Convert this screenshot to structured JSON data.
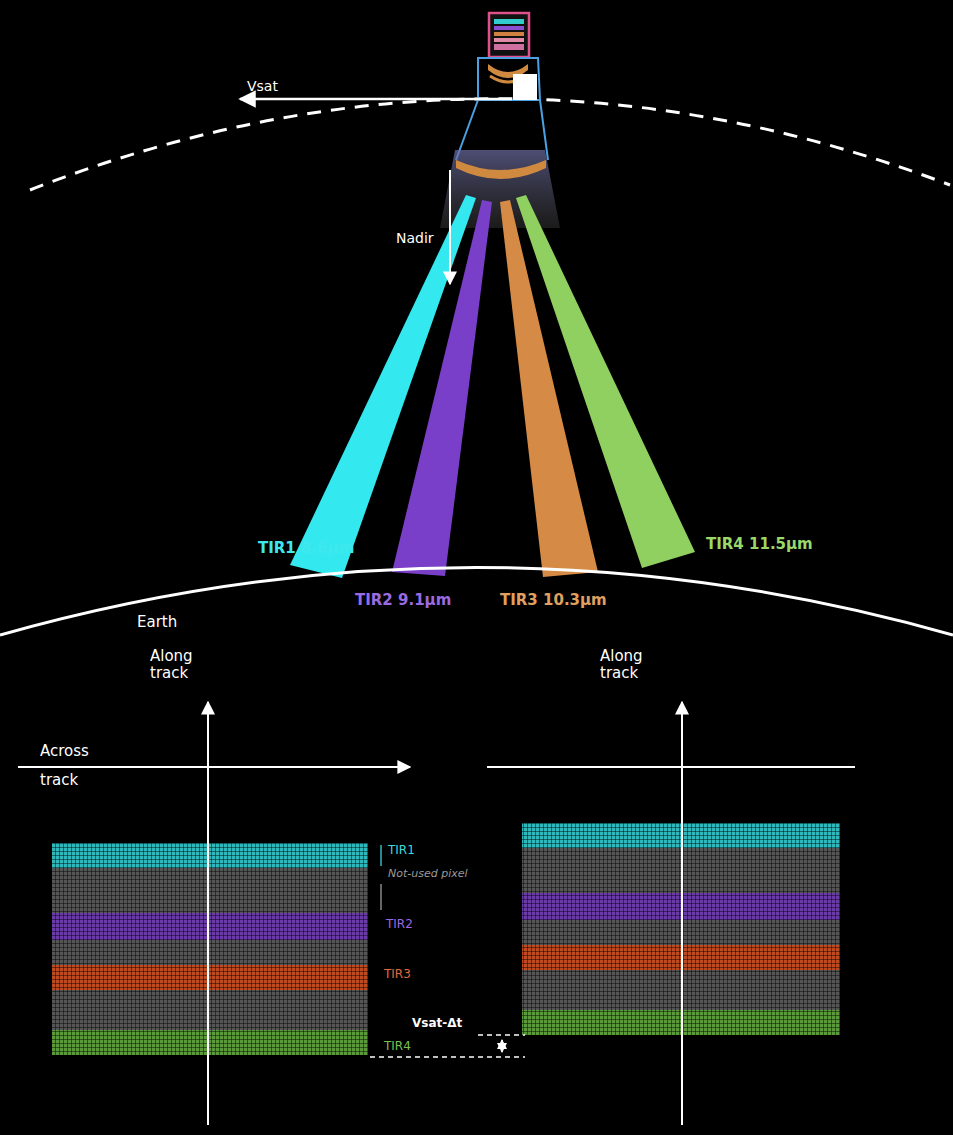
{
  "diagram": {
    "labels": [
      "Vsat",
      "Nadir",
      "TIR1 8.6µm",
      "TIR2 9.1µm",
      "TIR3 10.3µm",
      "TIR4 11.5µm",
      "Earth",
      "Along track",
      "Along track",
      "Across track",
      "TIR1",
      "Not-used pixel",
      "TIR2",
      "TIR3",
      "TIR4",
      "Vsat-Δt"
    ]
  }
}
